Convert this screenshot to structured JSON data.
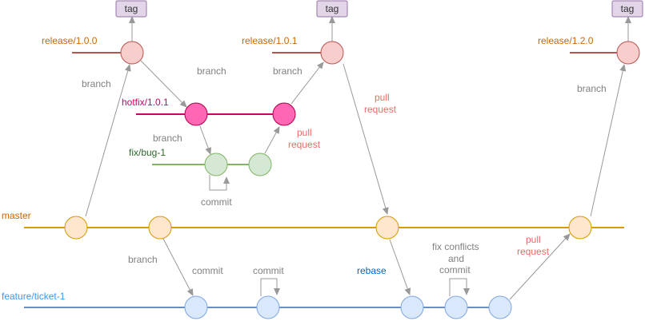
{
  "colors": {
    "release": "#cc6600",
    "release_line": "#b85450",
    "release_fill": "#f8cecc",
    "hotfix": "#cc0066",
    "hotfix_fill": "#ff66b3",
    "hotfix_stroke": "#b3004c",
    "bug": "#2d6a2d",
    "bug_line": "#82b366",
    "bug_fill": "#d5e8d4",
    "master": "#cc6600",
    "master_line": "#d79b00",
    "master_fill": "#ffe6cc",
    "feature": "#3399ff",
    "feature_line": "#6c8ebf",
    "feature_fill": "#dae8fc",
    "feature_stroke": "#7ea6e0",
    "tag_fill": "#e1d5e7",
    "tag_stroke": "#9673a6",
    "arrow": "#999999",
    "note": "#808080",
    "pull": "#ea6b66"
  },
  "tags": [
    "tag",
    "tag",
    "tag"
  ],
  "branches": {
    "release_100": "release/1.0.0",
    "release_101": "release/1.0.1",
    "release_120": "release/1.2.0",
    "hotfix": "hotfix/1.0.1",
    "fix_bug": "fix/bug-1",
    "master": "master",
    "feature": "feature/ticket-1"
  },
  "labels": {
    "branch_1": "branch",
    "branch_2": "branch",
    "branch_3": "branch",
    "branch_4": "branch",
    "branch_5": "branch",
    "branch_6": "branch",
    "commit_bug": "commit",
    "commit_1": "commit",
    "commit_2": "commit",
    "rebase": "rebase",
    "pull_1_line1": "pull",
    "pull_1_line2": "request",
    "pull_2_line1": "pull",
    "pull_2_line2": "request",
    "pull_3_line1": "pull",
    "pull_3_line2": "request",
    "fix_line1": "fix conflicts",
    "fix_line2": "and",
    "fix_line3": "commit"
  }
}
